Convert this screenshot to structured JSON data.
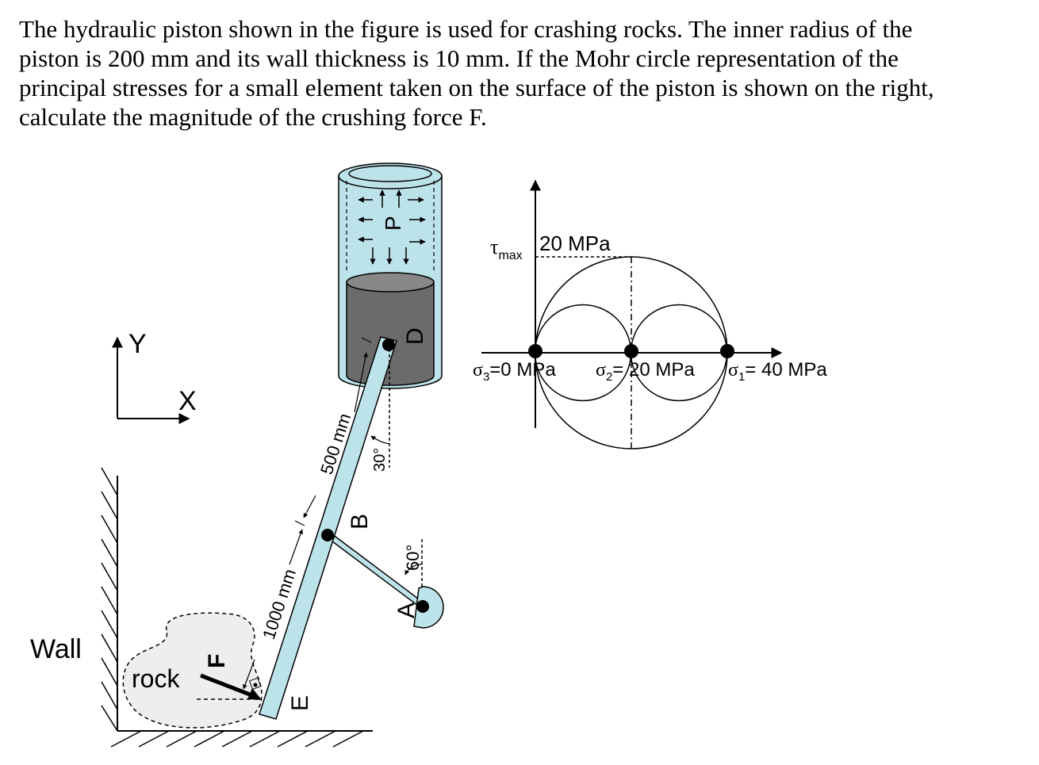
{
  "problem": {
    "lines": [
      "The hydraulic piston shown in the figure is used for crashing rocks. The inner radius of the",
      "piston is 200 mm and its wall thickness is 10 mm. If the Mohr circle representation of the",
      "principal stresses for a small element taken on the surface of the piston is shown on the right,",
      "calculate the magnitude of the crushing force F."
    ]
  },
  "mechanism": {
    "axis_y": "Y",
    "axis_x": "X",
    "wall_label": "Wall",
    "rock_label": "rock",
    "force_label": "F",
    "pressure_label": "P",
    "point_a": "A",
    "point_b": "B",
    "point_d": "D",
    "point_e": "E",
    "dim_upper": "500 mm",
    "dim_lower": "1000 mm",
    "angle_upper": "30°",
    "angle_lower": "60°"
  },
  "mohr": {
    "tau_symbol": "τ",
    "tau_sub": "max",
    "tau_value": "20 MPa",
    "sigma3_symbol": "σ",
    "sigma3_sub": "3",
    "sigma3_value": "=0 MPa",
    "sigma2_symbol": "σ",
    "sigma2_sub": "2",
    "sigma2_value": "= 20 MPa",
    "sigma1_symbol": "σ",
    "sigma1_sub": "1",
    "sigma1_value": "= 40 MPa",
    "principal_stresses_mpa": {
      "sigma3": 0,
      "sigma2": 20,
      "sigma1": 40
    },
    "tau_max_mpa": 20,
    "colors": {
      "piston_fluid": "#bde3ea",
      "piston_body": "#6b6b6b",
      "links": "#bde3ea",
      "rock": "#eeeeee"
    }
  }
}
